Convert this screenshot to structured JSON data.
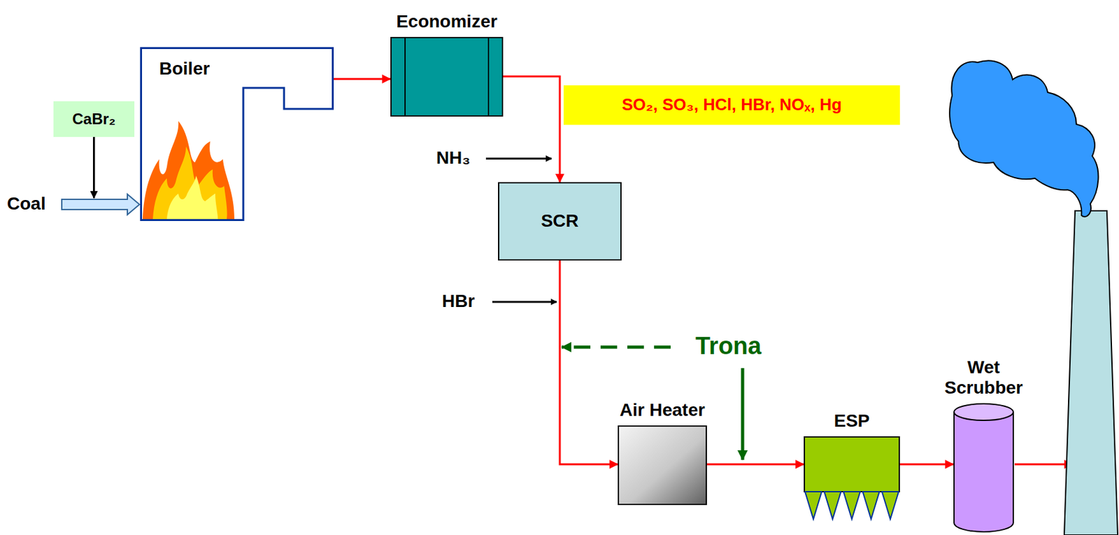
{
  "diagram": {
    "nodes": [
      {
        "text": [
          "Boiler"
        ]
      },
      {
        "text": [
          "CaBr₂"
        ]
      },
      {
        "text": [
          "Economizer"
        ]
      },
      {
        "text": [
          "SO₂, SO₃, HCl, HBr, NOₓ, Hg"
        ]
      },
      {
        "text": [
          "SCR"
        ]
      },
      {
        "text": [
          "Air Heater"
        ]
      },
      {
        "text": [
          "ESP"
        ]
      },
      {
        "text": [
          "Wet Scrubber"
        ]
      }
    ],
    "edges": [
      {
        "from": 1,
        "to": 0,
        "arrow": "to"
      },
      {
        "from": 0,
        "to": 2,
        "arrow": "to"
      },
      {
        "from": 2,
        "to": 4,
        "arrow": "to"
      },
      {
        "from": 4,
        "to": 5,
        "arrow": "to"
      },
      {
        "from": 5,
        "to": 6,
        "arrow": "to"
      },
      {
        "from": 6,
        "to": 7,
        "arrow": "to"
      }
    ],
    "labels": [
      "Coal",
      "NH₃",
      "HBr",
      "Trona"
    ]
  }
}
